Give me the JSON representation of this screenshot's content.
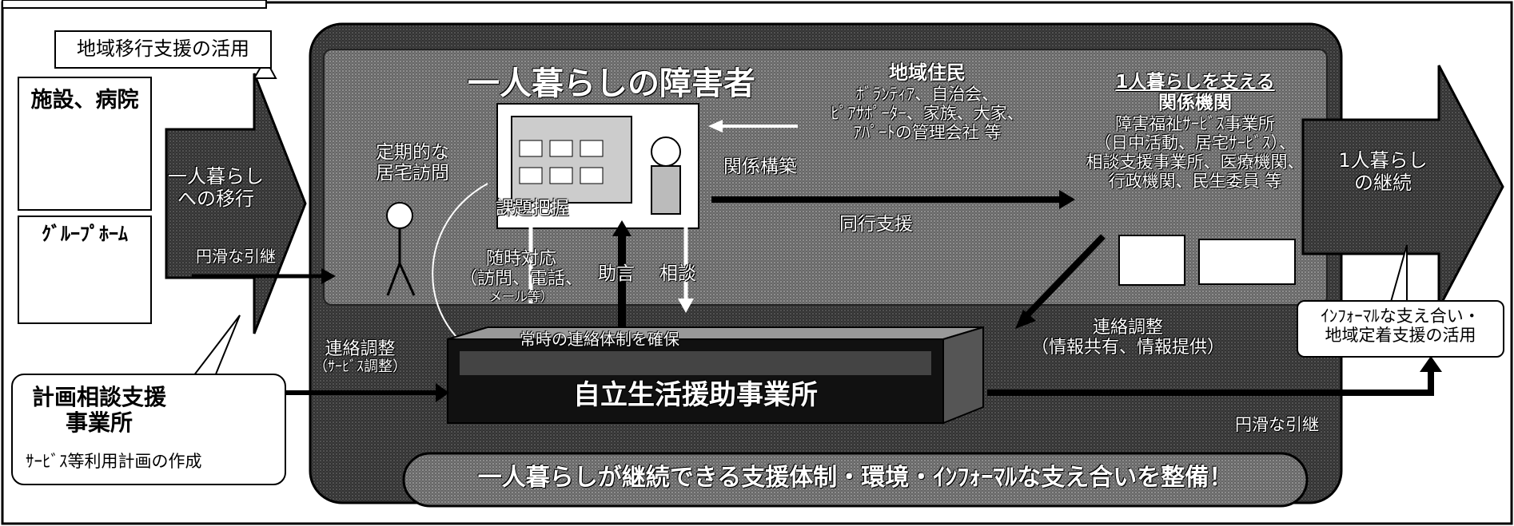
{
  "left": {
    "callout_top": "地域移行支援の活用",
    "facility": "施設、病院",
    "group_home": "ｸﾞﾙｰﾌﾟﾎｰﾑ",
    "transition_arrow": [
      "一人暮らし",
      "への移行"
    ],
    "handover_label": "円滑な引継",
    "planning_office": [
      "計画相談支援",
      "事業所"
    ],
    "planning_note": "ｻｰﾋﾞｽ等利用計画の作成"
  },
  "center": {
    "title": "一人暮らしの障害者",
    "visit_label": [
      "定期的な",
      "居宅訪問"
    ],
    "issue_label": "課題把握",
    "adhoc_label": [
      "随時対応",
      "（訪問、電話、",
      "メール等）"
    ],
    "advice_label": "助言",
    "consult_label": "相談",
    "relation_label": "関係構築",
    "accompany_label": "同行支援",
    "liaison_left": [
      "連絡調整",
      "（ｻｰﾋﾞｽ調整）"
    ],
    "liaison_right": [
      "連絡調整",
      "（情報共有、情報提供）"
    ],
    "contact_system": "常時の連絡体制を確保",
    "office": "自立生活援助事業所",
    "handover_right": "円滑な引継",
    "banner": "一人暮らしが継続できる支援体制・環境・ｲﾝﾌｫｰﾏﾙな支え合いを整備！"
  },
  "residents": {
    "title": "地域住民",
    "lines": [
      "ﾎﾞﾗﾝﾃｨｱ、自治会、",
      "ﾋﾟｱｻﾎﾟｰﾀｰ、家族、大家、",
      "ｱﾊﾟｰﾄの管理会社 等"
    ]
  },
  "agencies": {
    "title": [
      "1人暮らしを支える",
      "関係機関"
    ],
    "lines": [
      "障害福祉ｻｰﾋﾞｽ事業所",
      "（日中活動、居宅ｻｰﾋﾞｽ）、",
      "相談支援事業所、医療機関、",
      "行政機関、民生委員 等"
    ]
  },
  "right": {
    "continuation": [
      "1人暮らし",
      "の継続"
    ],
    "callout": [
      "ｲﾝﾌｫｰﾏﾙな支え合い・",
      "地域定着支援の活用"
    ]
  }
}
